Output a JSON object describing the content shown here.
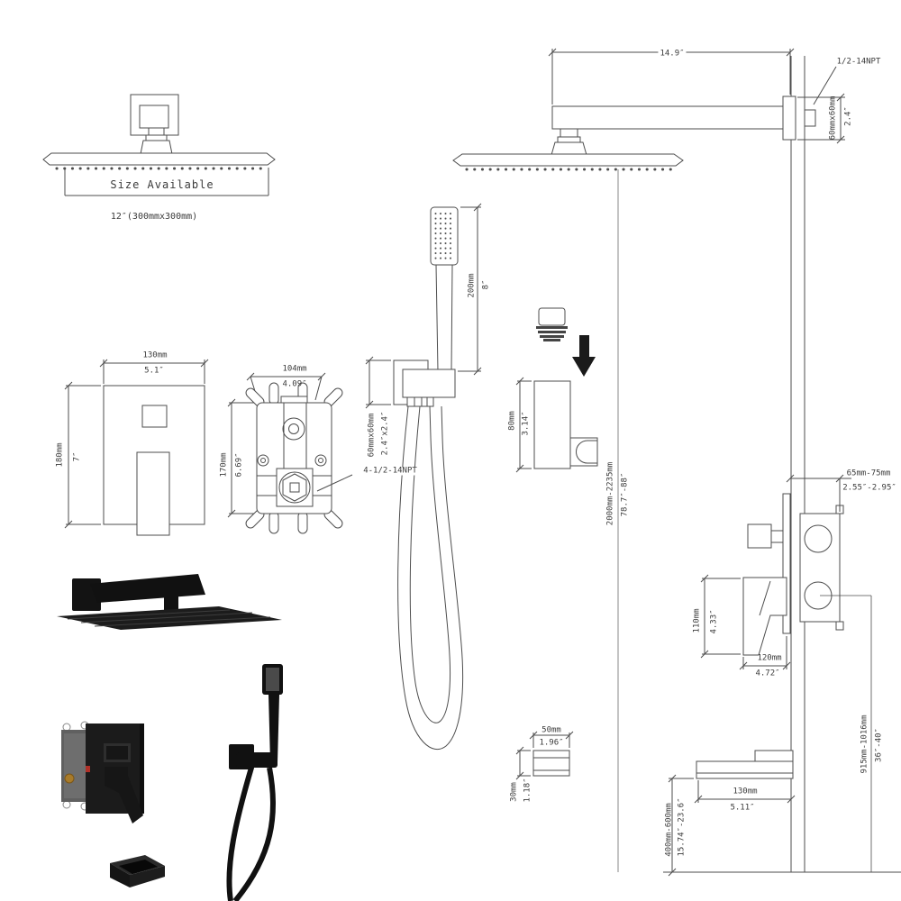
{
  "diagram": {
    "type": "shower-system-dimension-diagram",
    "colors": {
      "line": "#4d4d4d",
      "text": "#3b3b3b",
      "black_finish": "#161616"
    }
  },
  "dims": {
    "size_available": "Size Available",
    "head_size": "12″(300mmx300mm)",
    "arm_length": "14.9″",
    "arm_thread": "1/2-14NPT",
    "arm_flange_mm": "60mmx60mm",
    "arm_flange_in": "2.4″",
    "hand_shower_mm": "200mm",
    "hand_shower_in": "8″",
    "holder_mm": "60mmx60mm",
    "holder_in": "2.4″x2.4″",
    "valve_thread": "4-1/2-14NPT",
    "trim_w_mm": "130mm",
    "trim_w_in": "5.1″",
    "trim_h_mm": "180mm",
    "trim_h_in": "7″",
    "rough_w_mm": "104mm",
    "rough_w_in": "4.09″",
    "rough_h_mm": "170mm",
    "rough_h_in": "6.69″",
    "bracket_mm": "80mm",
    "bracket_in": "3.14″",
    "height_mm": "2000mm-2235mm",
    "height_in": "78.7″-88″",
    "depth_mm": "65mm-75mm",
    "depth_in": "2.55″-2.95″",
    "handle_mm": "110mm",
    "handle_in": "4.33″",
    "vwidth_mm": "120mm",
    "vwidth_in": "4.72″",
    "vheight_mm": "915mm-1016mm",
    "vheight_in": "36″-40″",
    "spout_l_mm": "130mm",
    "spout_l_in": "5.11″",
    "spout_h_mm": "400mm-600mm",
    "spout_h_in": "15.74″-23.6″",
    "front_w_mm": "50mm",
    "front_w_in": "1.96″",
    "front_h_mm": "30mm",
    "front_h_in": "1.18″"
  }
}
